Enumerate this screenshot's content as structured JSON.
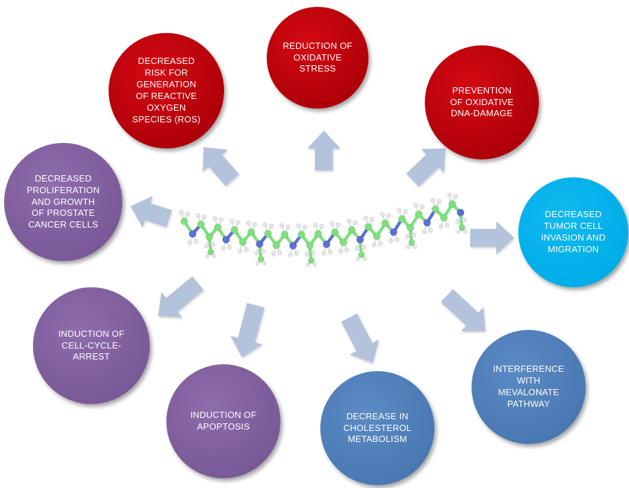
{
  "colors": {
    "red": "#b0000a",
    "purple": "#7b5a99",
    "blue": "#4a79b3",
    "cyan": "#00aee8",
    "arrow": "#b4c3dc",
    "molecule_carbon": "#7ee07e",
    "molecule_hydrogen": "#e6e6e6",
    "molecule_nitrogen": "#5a6fd8"
  },
  "center_image": "molecule-ball-and-stick",
  "circles": [
    {
      "id": "ros",
      "label": "DECREASED\nRISK FOR\nGENERATION\nOF REACTIVE\nOXYGEN\nSPECIES (ROS)",
      "color": "red"
    },
    {
      "id": "oxidative-stress",
      "label": "REDUCTION OF\nOXIDATIVE\nSTRESS",
      "color": "red"
    },
    {
      "id": "dna-damage",
      "label": "PREVENTION\nOF OXIDATIVE\nDNA-DAMAGE",
      "color": "red"
    },
    {
      "id": "prostate",
      "label": "DECREASED\nPROLIFERATION\nAND GROWTH\nOF PROSTATE\nCANCER CELLS",
      "color": "purple"
    },
    {
      "id": "tumor",
      "label": "DECREASED\nTUMOR CELL\nINVASION AND\nMIGRATION",
      "color": "cyan"
    },
    {
      "id": "cell-cycle",
      "label": "INDUCTION OF\nCELL-CYCLE-\nARREST",
      "color": "purple"
    },
    {
      "id": "apoptosis",
      "label": "INDUCTION OF\nAPOPTOSIS",
      "color": "purple"
    },
    {
      "id": "cholesterol",
      "label": "DECREASE IN\nCHOLESTEROL\nMETABOLISM",
      "color": "blue"
    },
    {
      "id": "mevalonate",
      "label": "INTERFERENCE\nWITH\nMEVALONATE\nPATHWAY",
      "color": "blue"
    }
  ]
}
